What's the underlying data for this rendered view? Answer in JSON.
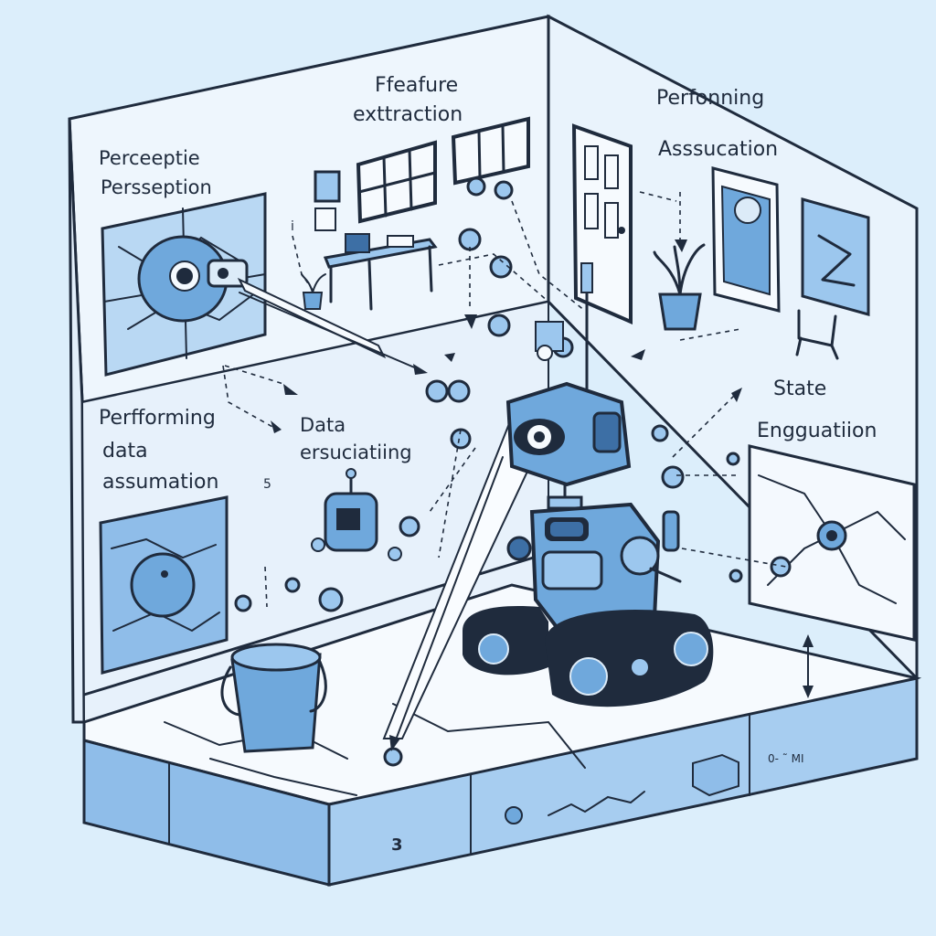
{
  "labels": {
    "perception_line1": "Perceeptie",
    "perception_line2": "Persseption",
    "feature_line1": "Ffeafure",
    "feature_line2": "exttraction",
    "assoc_line1": "Perfonning",
    "assoc_line2": "Asssucation",
    "perf_line1": "Perfforming",
    "perf_line2": "data",
    "perf_line3": "assumation",
    "data_line1": "Data",
    "data_line2": "ersuciatiing",
    "state_line1": "State",
    "state_line2": "Engguatiion",
    "floor_number": "3",
    "wall_small_1": "i",
    "wall_small_5": "5",
    "sign_text": "0- ˜ MI"
  },
  "colors": {
    "background": "#dceefb",
    "wall": "#eef6fd",
    "wall_shade": "#e2eefa",
    "robot_blue": "#6fa8dc",
    "robot_dark": "#3d6fa5",
    "panel_blue": "#9cc7ee",
    "ink": "#1f2b3d"
  },
  "icons": [
    "robot-icon",
    "camera-eye-icon",
    "bucket-icon",
    "plant-icon",
    "door-icon",
    "window-icon",
    "desk-icon",
    "chair-icon",
    "sensor-node-icon"
  ]
}
